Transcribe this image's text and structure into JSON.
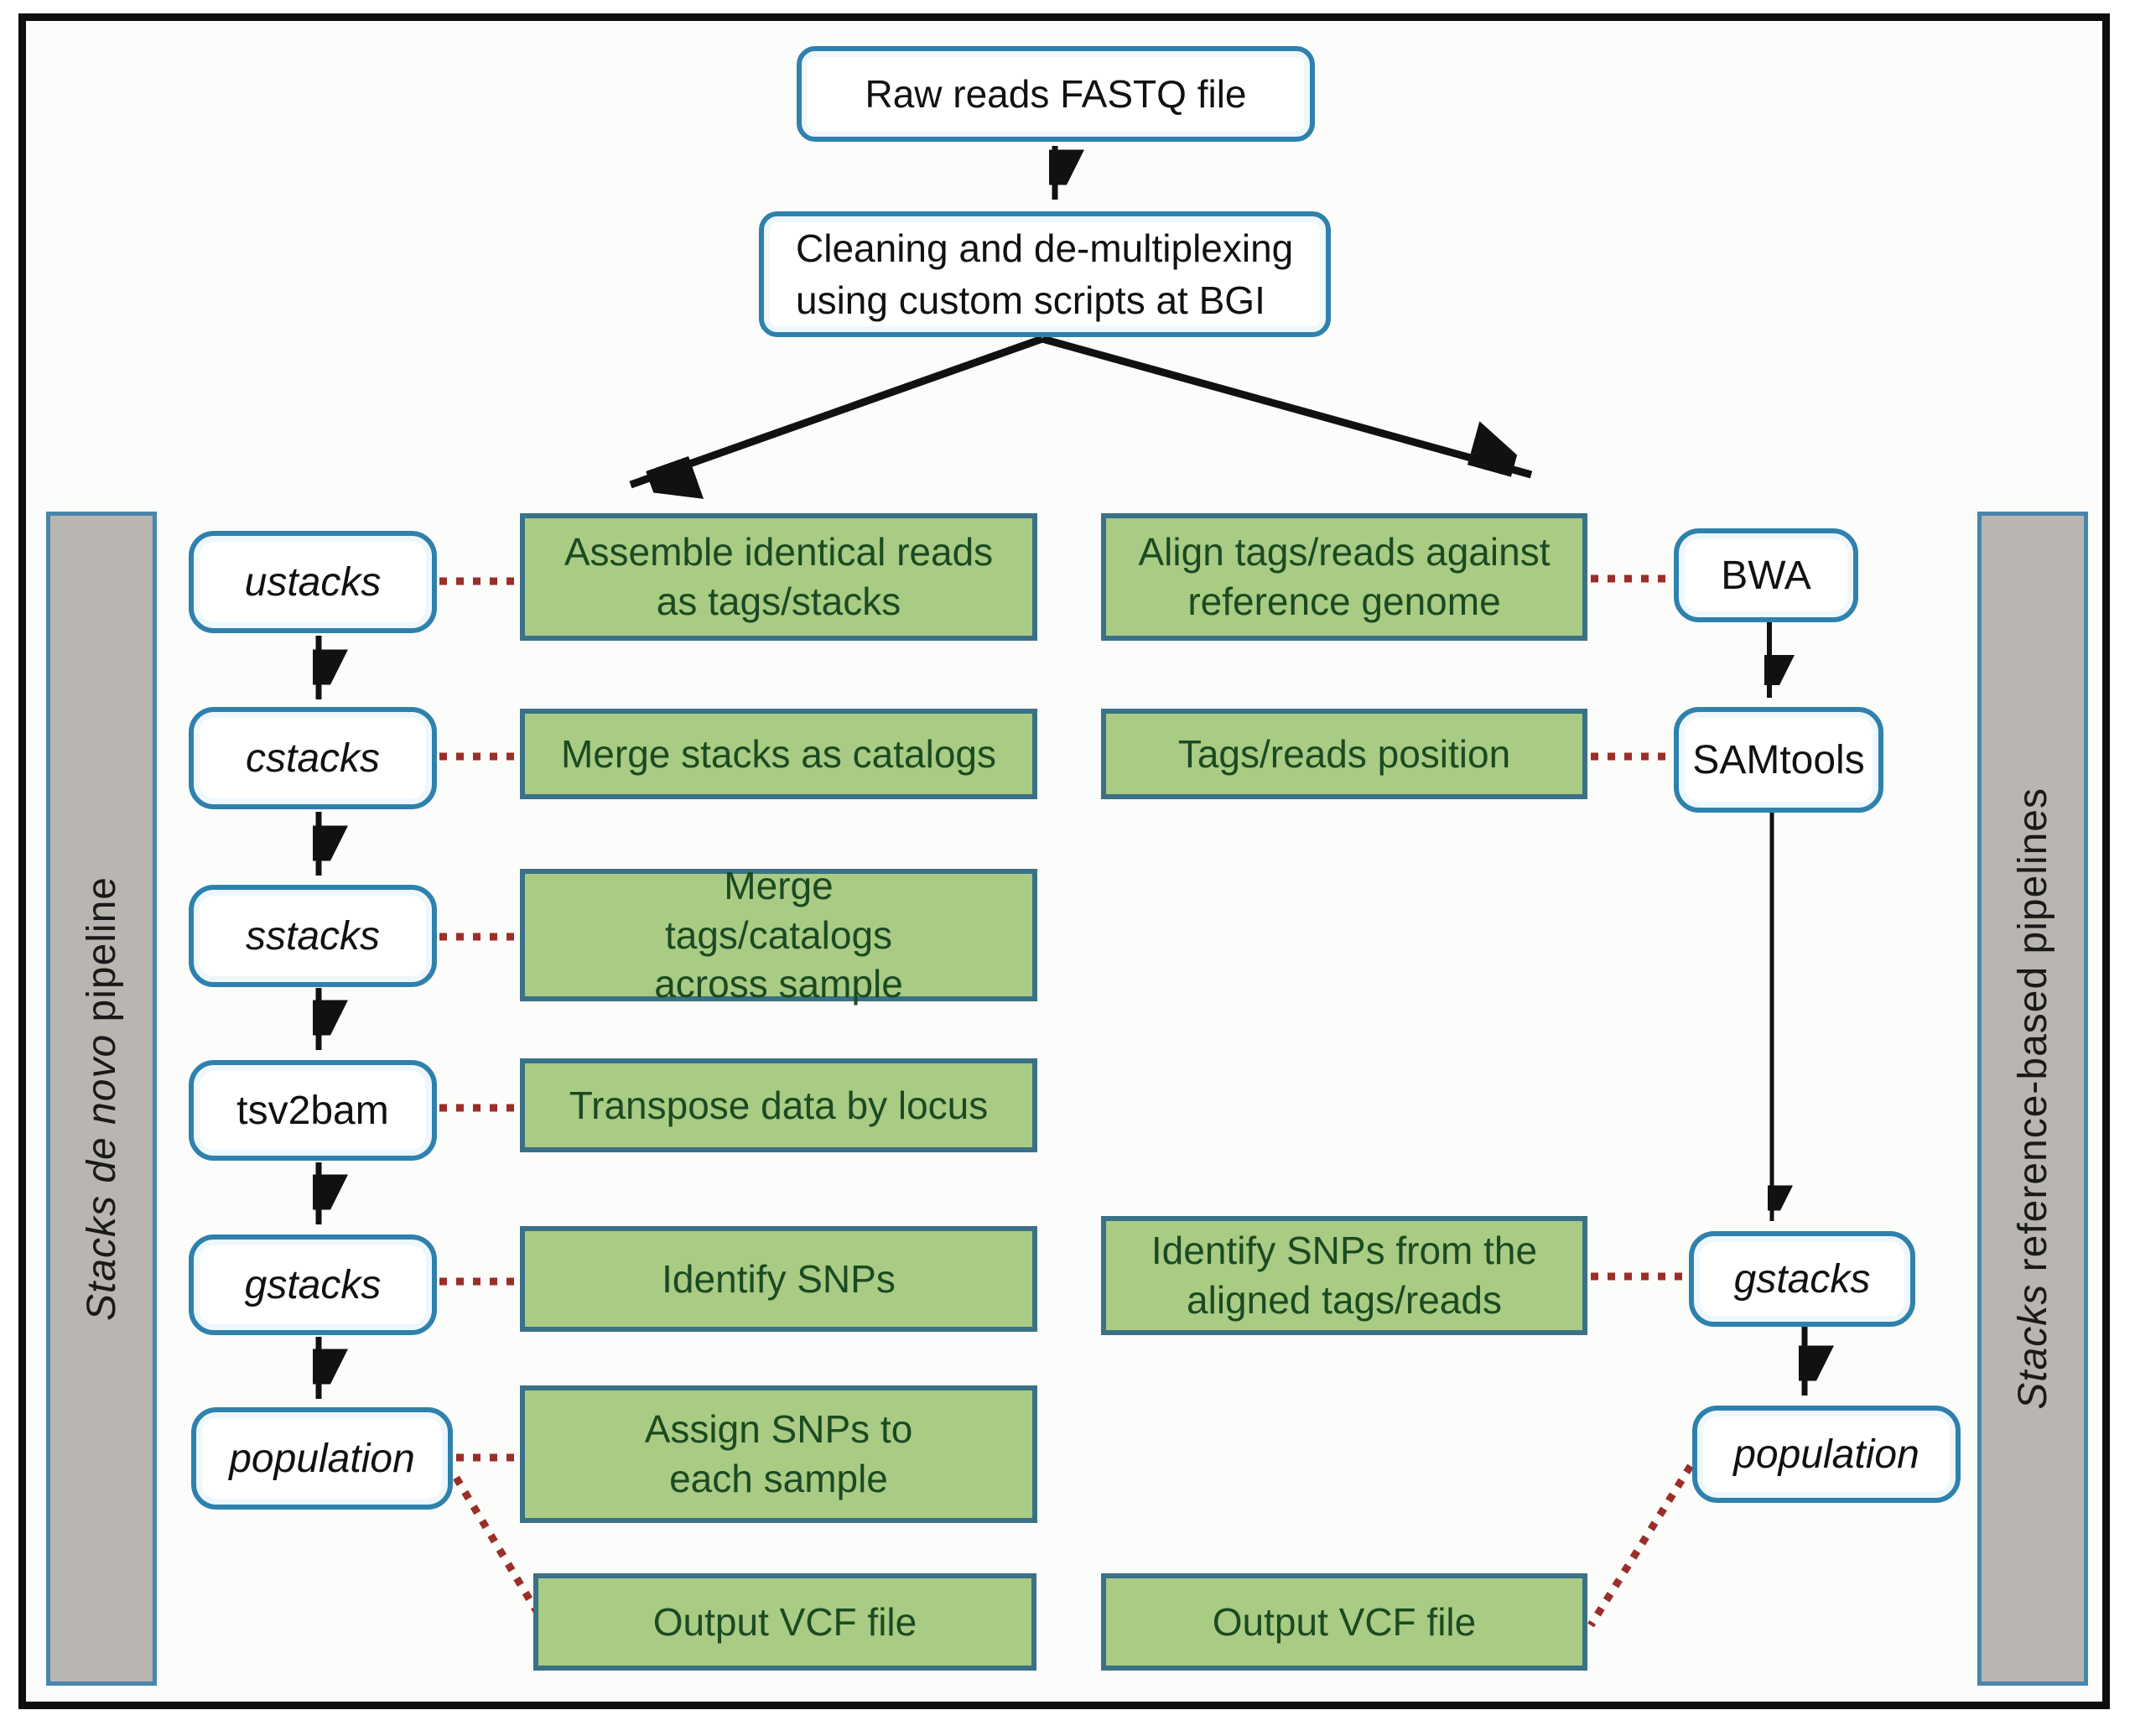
{
  "flow_top": {
    "raw_reads": "Raw reads FASTQ file",
    "cleaning": "Cleaning and de-multiplexing using custom scripts at BGI"
  },
  "pipeline_left": {
    "bar_label_italic": "Stacks de novo",
    "bar_label_regular": " pipeline",
    "tools": [
      "ustacks",
      "cstacks",
      "sstacks",
      "tsv2bam",
      "gstacks",
      "population"
    ],
    "steps": [
      "Assemble identical reads as tags/stacks",
      "Merge stacks as catalogs",
      "Merge tags/catalogs across sample",
      "Transpose data by locus",
      "Identify SNPs",
      "Assign SNPs to each sample",
      "Output VCF file"
    ]
  },
  "pipeline_right": {
    "bar_label_italic": "Stacks",
    "bar_label_regular": " reference-based pipelines",
    "tools": [
      "BWA",
      "SAMtools",
      "gstacks",
      "population"
    ],
    "steps": [
      "Align tags/reads against reference genome",
      "Tags/reads position",
      "Identify SNPs from the aligned tags/reads",
      "Output VCF file"
    ]
  },
  "colors": {
    "step_fill": "#a9cb83",
    "step_border": "#3a7186",
    "step_text": "#1b4a22",
    "node_border": "#2f81ad",
    "bar_fill": "#b9b5b1",
    "bar_border": "#4886ac",
    "connector_red": "#9b2e28",
    "arrow_black": "#111111",
    "frame_border": "#0e0e0e"
  }
}
